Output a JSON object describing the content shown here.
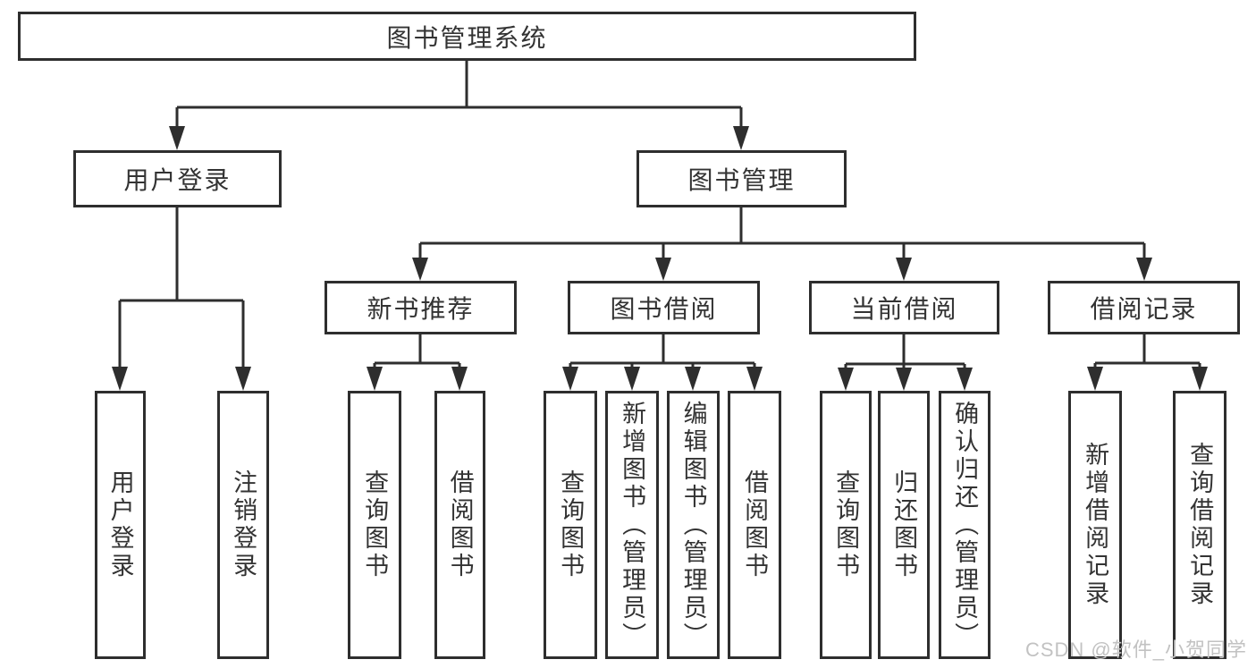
{
  "diagram": {
    "type": "hierarchy-tree",
    "watermark": "CSDN @软件_小贺同学",
    "colors": {
      "line": "#2e2e2e",
      "text": "#333333",
      "watermark": "#c2c2c2",
      "background": "#ffffff"
    },
    "tree": {
      "label": "图书管理系统",
      "children": [
        {
          "label": "用户登录",
          "children": [
            {
              "label": "用户登录"
            },
            {
              "label": "注销登录"
            }
          ]
        },
        {
          "label": "图书管理",
          "children": [
            {
              "label": "新书推荐",
              "children": [
                {
                  "label": "查询图书"
                },
                {
                  "label": "借阅图书"
                }
              ]
            },
            {
              "label": "图书借阅",
              "children": [
                {
                  "label": "查询图书"
                },
                {
                  "label": "新增图书（管理员）"
                },
                {
                  "label": "编辑图书（管理员）"
                },
                {
                  "label": "借阅图书"
                }
              ]
            },
            {
              "label": "当前借阅",
              "children": [
                {
                  "label": "查询图书"
                },
                {
                  "label": "归还图书"
                },
                {
                  "label": "确认归还（管理员）"
                }
              ]
            },
            {
              "label": "借阅记录",
              "children": [
                {
                  "label": "新增借阅记录"
                },
                {
                  "label": "查询借阅记录"
                }
              ]
            }
          ]
        }
      ]
    }
  }
}
